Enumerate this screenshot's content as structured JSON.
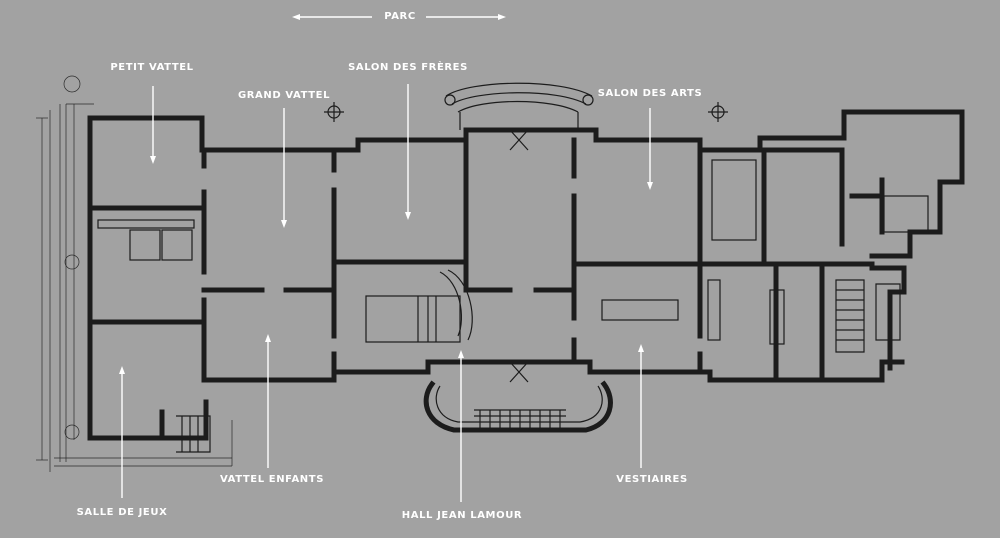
{
  "colors": {
    "background": "#a2a2a2",
    "walls": "#1c1c1c",
    "labels": "#ffffff"
  },
  "labels": {
    "parc": "PARC",
    "petit_vattel": "PETIT VATTEL",
    "grand_vattel": "GRAND VATTEL",
    "salon_des_freres": "SALON DES FRÈRES",
    "salon_des_arts": "SALON DES ARTS",
    "vattel_enfants": "VATTEL ENFANTS",
    "salle_de_jeux": "SALLE DE JEUX",
    "hall_jean_lamour": "HALL JEAN LAMOUR",
    "vestiaires": "VESTIAIRES"
  }
}
